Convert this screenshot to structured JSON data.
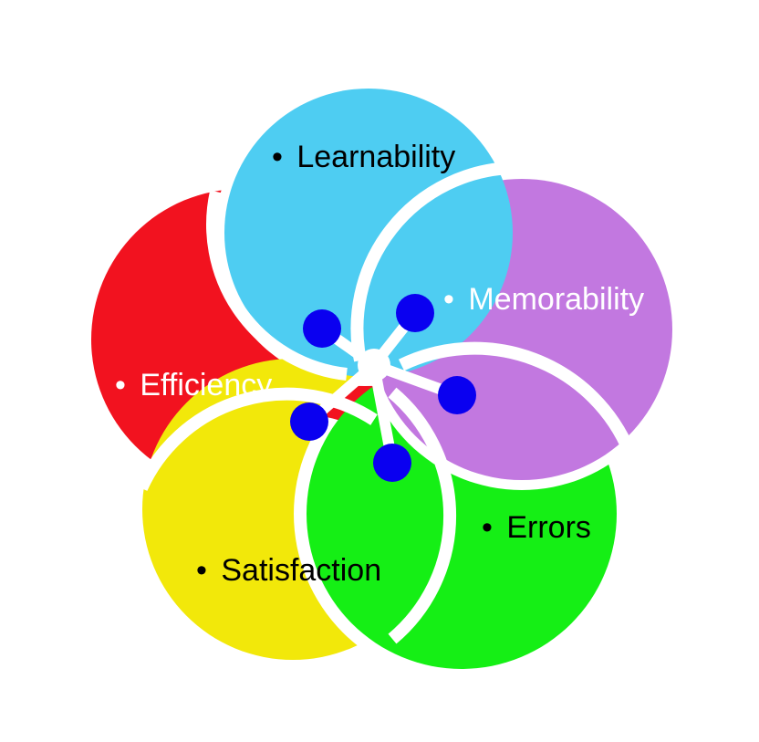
{
  "diagram": {
    "petals": [
      {
        "label": "Learnability",
        "bullet": "•",
        "color": "#4ecdf2",
        "text_color": "#000000"
      },
      {
        "label": "Memorability",
        "bullet": "•",
        "color": "#c278e0",
        "text_color": "#ffffff"
      },
      {
        "label": "Errors",
        "bullet": "•",
        "color": "#15ef15",
        "text_color": "#000000"
      },
      {
        "label": "Satisfaction",
        "bullet": "•",
        "color": "#f2e80a",
        "text_color": "#000000"
      },
      {
        "label": "Efficiency",
        "bullet": "•",
        "color": "#f2121f",
        "text_color": "#ffffff"
      }
    ],
    "connector_dot_color": "#0a00f0",
    "connector_line_color": "#ffffff"
  }
}
